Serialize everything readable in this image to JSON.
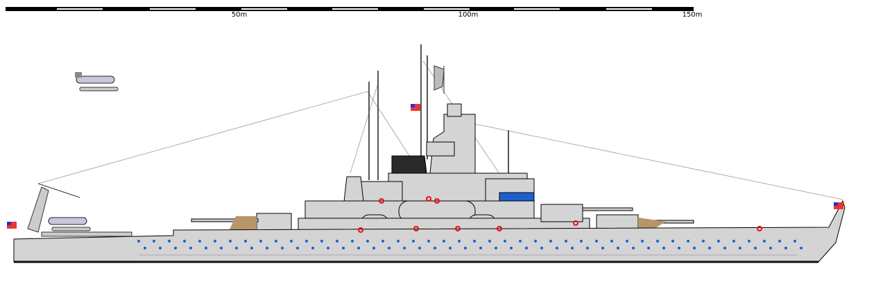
{
  "scale_bar": {
    "labels": [
      "50m",
      "100m",
      "150m"
    ],
    "segment_length_m": 10,
    "total_length_m": 150
  },
  "colors": {
    "hull": "#d4d4d4",
    "outline": "#000000",
    "deck_wood": "#b8946a",
    "porthole": "#1e5fd0",
    "funnel_cap": "#2a2a2a",
    "lifebuoy": "#e01010",
    "waterline": "#101010"
  },
  "icons": [
    "us-flag-icon",
    "floatplane-icon",
    "catapult-icon"
  ]
}
